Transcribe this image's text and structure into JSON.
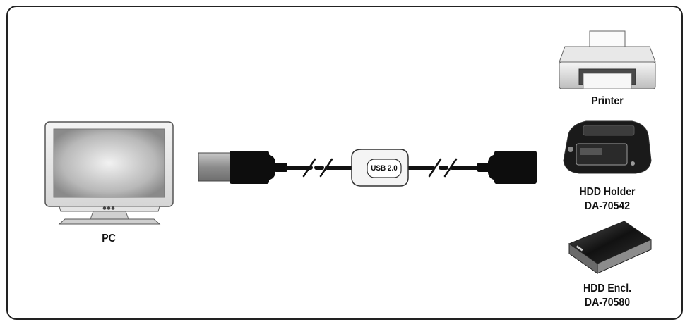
{
  "devices": {
    "pc": {
      "label": "PC"
    },
    "printer": {
      "label": "Printer"
    },
    "hdd_holder": {
      "label": "HDD Holder",
      "model": "DA-70542"
    },
    "hdd_enclosure": {
      "label": "HDD Encl.",
      "model": "DA-70580"
    }
  },
  "cable": {
    "connector_label": "USB 2.0"
  }
}
